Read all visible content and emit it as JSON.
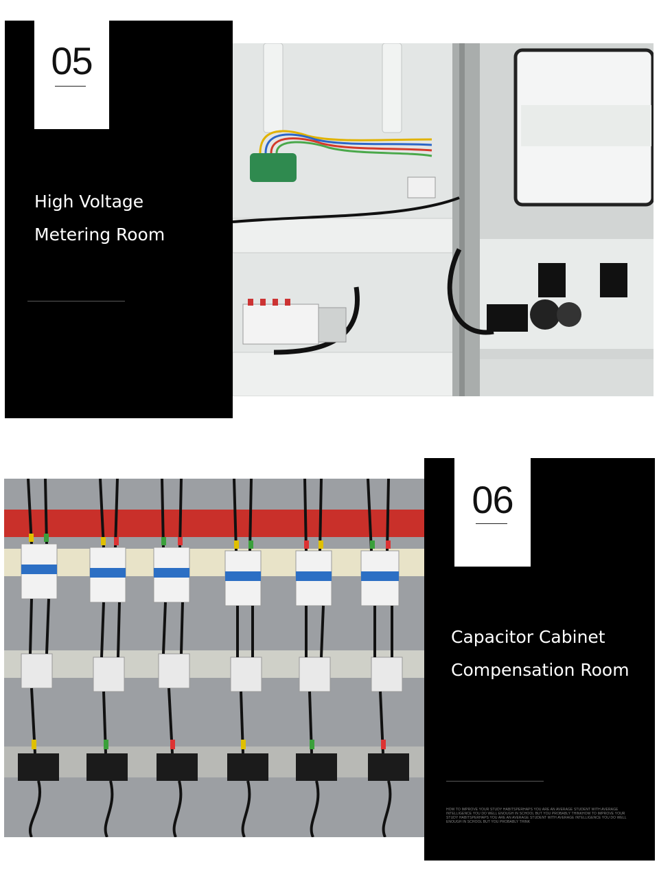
{
  "section_05": {
    "number": "05",
    "title_line1": "High Voltage",
    "title_line2": "Metering Room",
    "photo_icon": "electrical-cabinet-photo-icon"
  },
  "section_06": {
    "number": "06",
    "title_line1": "Capacitor Cabinet",
    "title_line2": "Compensation Room",
    "fine_print": "HOW TO IMPROVE YOUR STUDY HABITSPERHAPS YOU ARE AN AVERAGE STUDENT WITH AVERAGE INTELLIGENCE YOU DO WELL ENOUGH IN SCHOOL BUT YOU PROBABLY THINKHOW TO IMPROVE YOUR STUDY HABITSPERHAPS YOU ARE AN AVERAGE STUDENT WITH AVERAGE INTELLIGENCE YOU DO WELL ENOUGH IN SCHOOL BUT YOU PROBABLY THINK",
    "photo_icon": "circuit-breaker-rows-photo-icon"
  },
  "colors": {
    "panel_bg": "#000000",
    "page_bg": "#ffffff",
    "cabinet_gray": "#d9dcdb",
    "rail_red": "#c9302a"
  }
}
